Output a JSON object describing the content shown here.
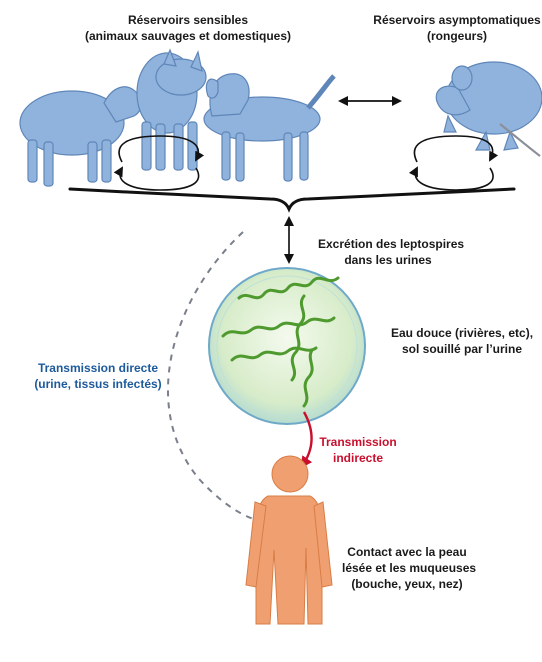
{
  "labels": {
    "sensible": [
      "Réservoirs sensibles",
      "(animaux sauvages et domestiques)"
    ],
    "asymptomatic": [
      "Réservoirs asymptomatiques",
      "(rongeurs)"
    ],
    "excretion": [
      "Excrétion des leptospires",
      "dans les urines"
    ],
    "water": [
      "Eau douce (rivières, etc),",
      "sol souillé par l’urine"
    ],
    "direct": [
      "Transmission directe",
      "(urine, tissus infectés)"
    ],
    "indirect": [
      "Transmission",
      "indirecte"
    ],
    "contact": [
      "Contact avec la peau",
      "lésée et les muqueuses",
      "(bouche, yeux, nez)"
    ]
  },
  "colors": {
    "animal": "#8fb3dc",
    "animal_outline": "#5f86b8",
    "human": "#f0a070",
    "human_outline": "#d97c45",
    "water_fill": "#d7ecc9",
    "water_outline": "#6fa9c9",
    "bacteria": "#4f9a2e",
    "direct_arrow": "#7a7f8c",
    "indirect_arrow": "#c8102e",
    "direct_text": "#1d5a9c",
    "indirect_text": "#c8102e"
  },
  "icons": [
    "sheep-icon",
    "pig-icon",
    "dog-icon",
    "rat-icon",
    "human-icon",
    "water-drop-icon",
    "leptospira-icon"
  ]
}
